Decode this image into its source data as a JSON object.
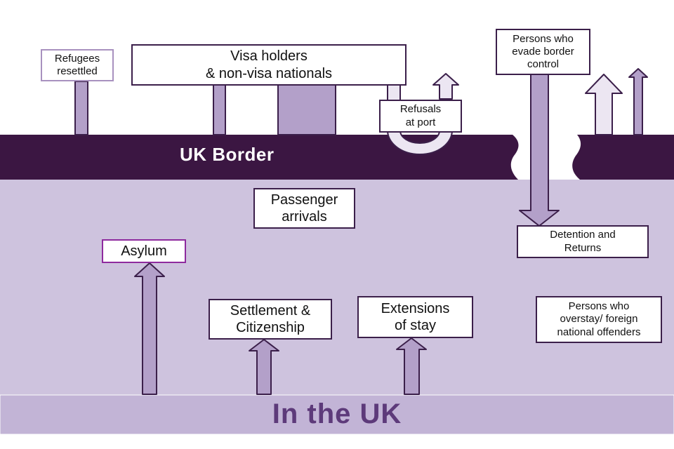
{
  "labels": {
    "border": "UK Border",
    "in_the_uk": "In the UK"
  },
  "boxes": {
    "refugees_resettled": "Refugees\nresettled",
    "visa_holders": "Visa holders\n& non-visa nationals",
    "refusals_at_port": "Refusals\nat port",
    "evade_border_control": "Persons who\nevade border\ncontrol",
    "passenger_arrivals": "Passenger\narrivals",
    "detention_returns": "Detention and\nReturns",
    "asylum": "Asylum",
    "settlement_citizenship": "Settlement &\nCitizenship",
    "extensions_of_stay": "Extensions\nof stay",
    "overstay_offenders": "Persons who\noverstay/ foreign\nnational offenders"
  },
  "colors": {
    "border_band": "#3b1642",
    "uk_area": "#cec3de",
    "bottom_strip": "#c2b4d6",
    "arrow_fill": "#b3a0c9",
    "arrow_light_fill": "#ece6f2",
    "outline": "#3b1f4a",
    "title_text": "#5d3a7a"
  }
}
